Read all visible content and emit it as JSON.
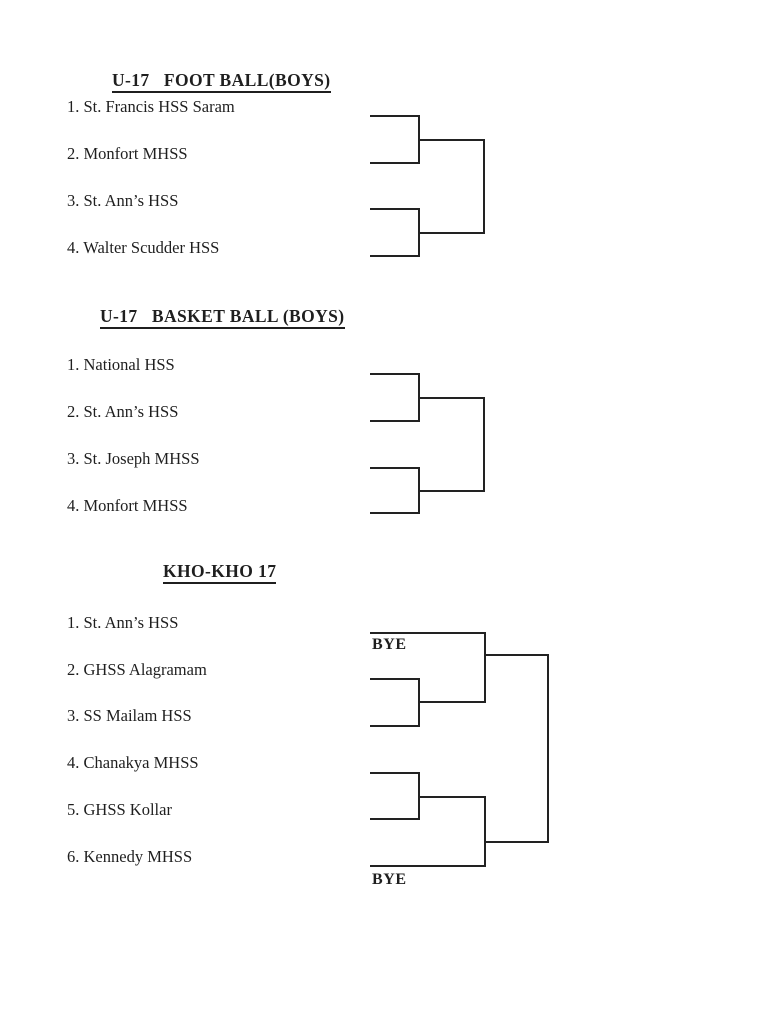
{
  "document": {
    "background": "#ffffff",
    "ink": "#1f1f1f"
  },
  "sections": [
    {
      "title": "U-17   FOOT BALL(BOYS)",
      "teams": [
        "1. St. Francis HSS Saram",
        "2. Monfort MHSS",
        "3. St. Ann’s HSS",
        "4. Walter Scudder HSS"
      ]
    },
    {
      "title": "U-17   BASKET BALL (BOYS)",
      "teams": [
        "1. National HSS",
        "2. St. Ann’s HSS",
        "3. St. Joseph MHSS",
        "4. Monfort MHSS"
      ]
    },
    {
      "title": "KHO-KHO 17",
      "teams": [
        "1. St. Ann’s HSS",
        "2. GHSS Alagramam",
        "3. SS Mailam HSS",
        "4. Chanakya MHSS",
        "5. GHSS Kollar",
        "6. Kennedy MHSS"
      ],
      "byes": [
        "BYE",
        "BYE"
      ]
    }
  ]
}
